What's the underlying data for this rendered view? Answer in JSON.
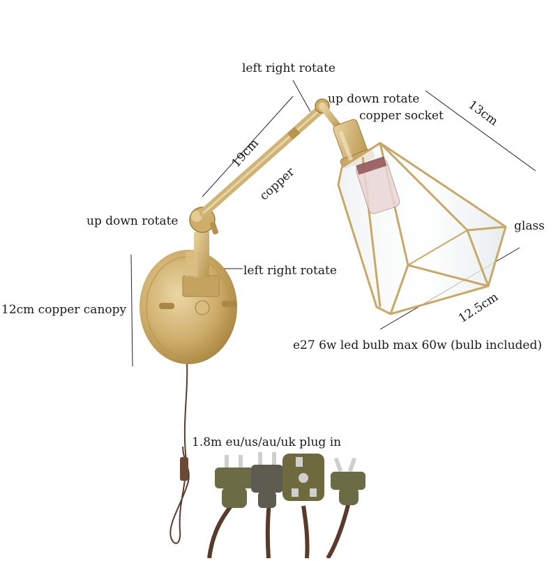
{
  "annotations": {
    "arm_left_right_rotate": "left right rotate",
    "socket_up_down_rotate": "up down rotate",
    "copper_socket": "copper socket",
    "shade_height": "13cm",
    "arm_length": "19cm",
    "arm_material": "copper",
    "joint_up_down_rotate": "up down rotate",
    "shade_material": "glass",
    "stem_left_right_rotate": "left right rotate",
    "canopy": "12cm copper canopy",
    "shade_width": "12.5cm",
    "bulb": "e27 6w led bulb max 60w  (bulb included)",
    "plug": "1.8m eu/us/au/uk plug in"
  },
  "colors": {
    "brass": "#c9a766",
    "brass_dark": "#9c7c3c",
    "brass_light": "#e6cf9c",
    "cord": "#5a3a2a",
    "plug_body": "#6b6b45",
    "text": "#1a1a1a"
  }
}
